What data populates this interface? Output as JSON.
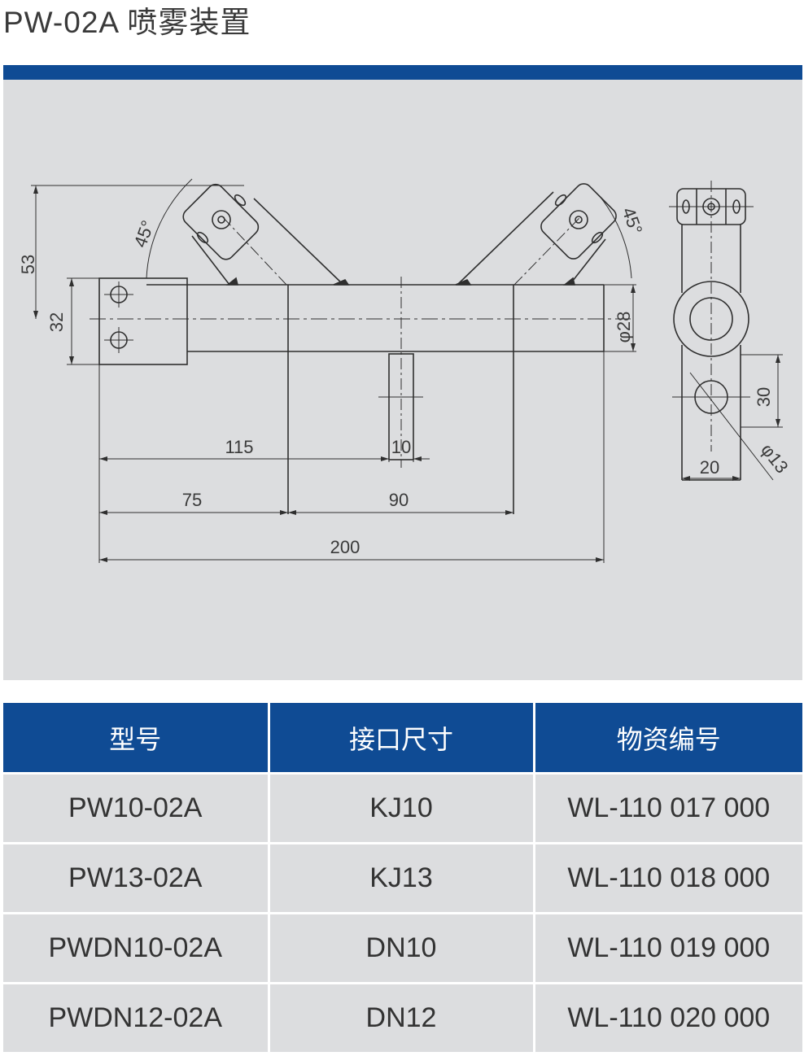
{
  "title": "PW-02A 喷雾装置",
  "colors": {
    "brand_blue": "#0f4b94",
    "panel_gray": "#dcdddf",
    "line": "#2f2f2f"
  },
  "drawing": {
    "dims": {
      "d53": "53",
      "d32": "32",
      "d45_left": "45°",
      "d45_right": "45°",
      "d28": "φ28",
      "d115": "115",
      "d10": "10",
      "d75": "75",
      "d90": "90",
      "d200": "200",
      "d30": "30",
      "d20": "20",
      "d13": "φ13"
    }
  },
  "table": {
    "headers": [
      "型号",
      "接口尺寸",
      "物资编号"
    ],
    "rows": [
      [
        "PW10-02A",
        "KJ10",
        "WL-110 017 000"
      ],
      [
        "PW13-02A",
        "KJ13",
        "WL-110 018 000"
      ],
      [
        "PWDN10-02A",
        "DN10",
        "WL-110 019 000"
      ],
      [
        "PWDN12-02A",
        "DN12",
        "WL-110 020 000"
      ]
    ]
  }
}
